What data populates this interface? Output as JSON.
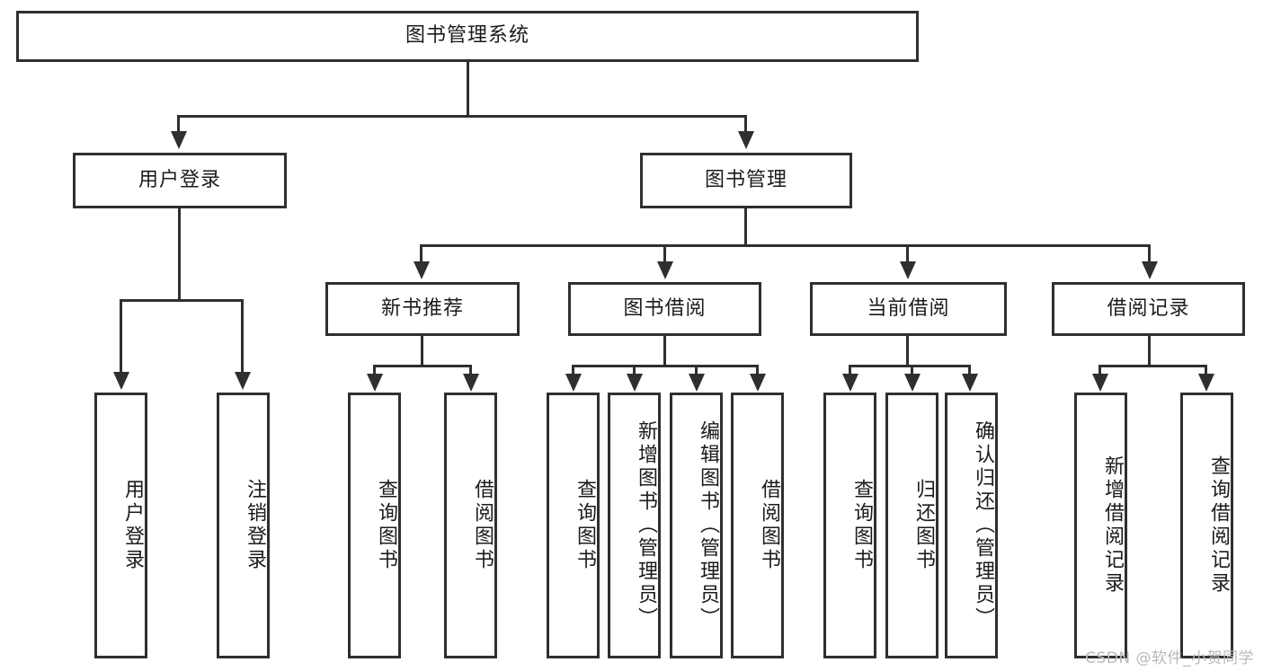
{
  "diagram": {
    "title": "图书管理系统",
    "type": "tree",
    "root": {
      "label": "图书管理系统"
    },
    "level2": [
      {
        "label": "用户登录"
      },
      {
        "label": "图书管理"
      }
    ],
    "level3": [
      {
        "label": "新书推荐"
      },
      {
        "label": "图书借阅"
      },
      {
        "label": "当前借阅"
      },
      {
        "label": "借阅记录"
      }
    ],
    "leaves": {
      "user_login": [
        {
          "label": "用户登录"
        },
        {
          "label": "注销登录"
        }
      ],
      "new_book_recommend": [
        {
          "label": "查询图书"
        },
        {
          "label": "借阅图书"
        }
      ],
      "book_borrow": [
        {
          "label": "查询图书"
        },
        {
          "label": "新增图书（管理员）"
        },
        {
          "label": "编辑图书（管理员）"
        },
        {
          "label": "借阅图书"
        }
      ],
      "current_borrow": [
        {
          "label": "查询图书"
        },
        {
          "label": "归还图书"
        },
        {
          "label": "确认归还（管理员）"
        }
      ],
      "borrow_record": [
        {
          "label": "新增借阅记录"
        },
        {
          "label": "查询借阅记录"
        }
      ]
    }
  },
  "watermark": {
    "text": "CSDN @软件_小贺同学"
  },
  "colors": {
    "border": "#2f2f2f",
    "background": "#ffffff",
    "text": "#1b1b1b",
    "watermark": "#b9b9b9"
  }
}
